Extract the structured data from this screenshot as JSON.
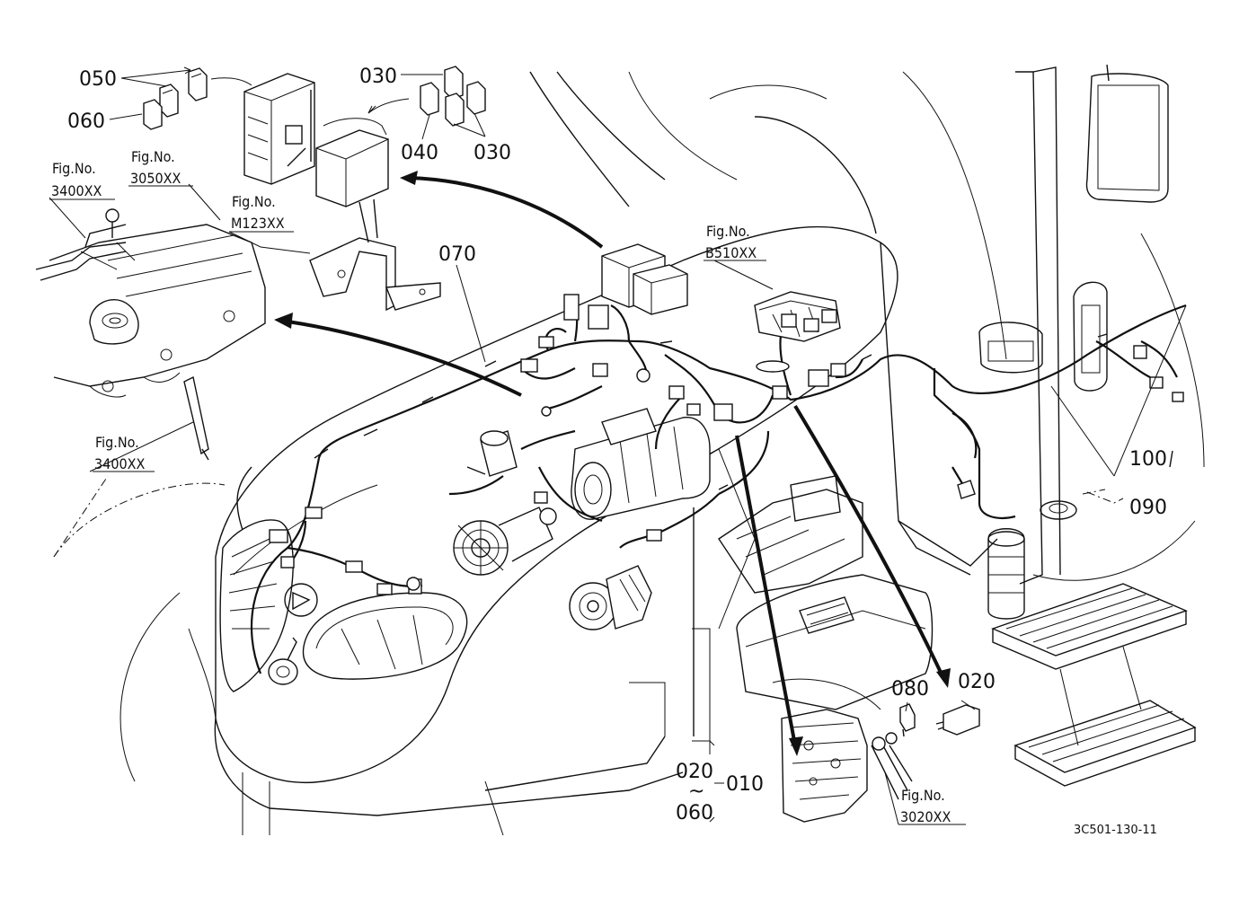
{
  "labels": {
    "p050": "050",
    "p060": "060",
    "p030a": "030",
    "p040": "040",
    "p030b": "030",
    "p070": "070",
    "p100": "100",
    "p090": "090",
    "p080": "080",
    "p020a": "020",
    "p020b": "020",
    "tilde": "~",
    "p060b": "060",
    "p010": "010"
  },
  "fig_refs": [
    {
      "caption": "Fig.No.",
      "code": "3400XX"
    },
    {
      "caption": "Fig.No.",
      "code": "3050XX"
    },
    {
      "caption": "Fig.No.",
      "code": "M123XX"
    },
    {
      "caption": "Fig.No.",
      "code": "B510XX"
    },
    {
      "caption": "Fig.No.",
      "code": "3400XX"
    },
    {
      "caption": "Fig.No.",
      "code": "3020XX"
    }
  ],
  "drawing_code": "3C501-130-11"
}
